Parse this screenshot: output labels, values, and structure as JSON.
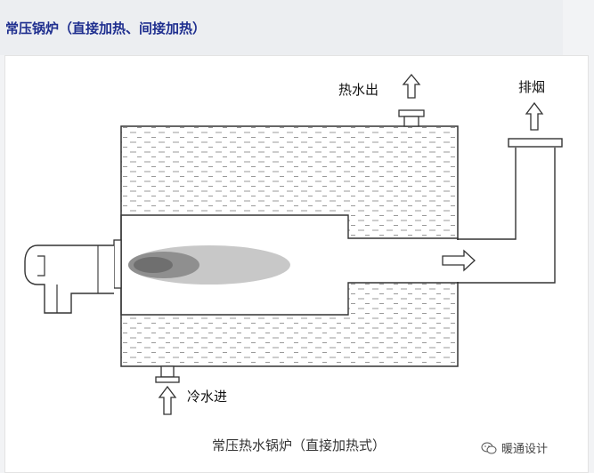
{
  "header": {
    "title": "常压锅炉（直接加热、间接加热）"
  },
  "diagram": {
    "labels": {
      "hot_water_out": "热水出",
      "exhaust": "排烟",
      "cold_water_in": "冷水进"
    },
    "caption": "常压热水锅炉（直接加热式）"
  },
  "watermark": {
    "text": "暖通设计",
    "logo": "wechat-logo-icon"
  },
  "colors": {
    "header_title": "#1f2f8f",
    "outline": "#333333",
    "flame_outer": "#c8c8c8",
    "flame_mid": "#8f8f8f",
    "flame_core": "#6f6f6f",
    "water_dash": "#9a9a9a"
  }
}
